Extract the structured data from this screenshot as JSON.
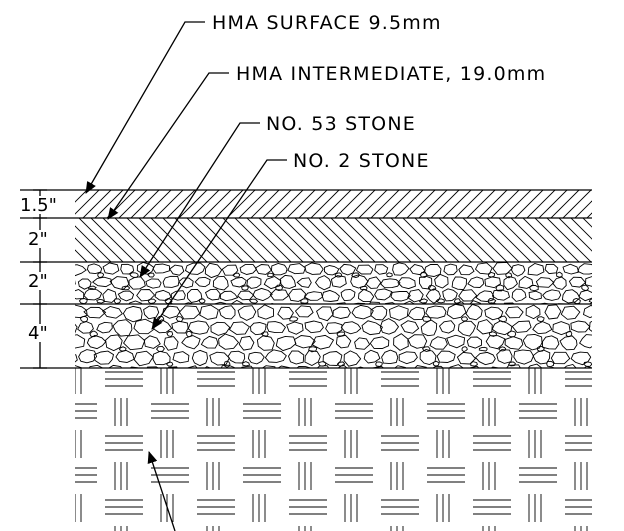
{
  "diagram": {
    "callouts": [
      {
        "id": "hma-surface",
        "label": "HMA SURFACE 9.5mm"
      },
      {
        "id": "hma-intermediate",
        "label": "HMA INTERMEDIATE, 19.0mm"
      },
      {
        "id": "no53-stone",
        "label": "NO. 53 STONE"
      },
      {
        "id": "no2-stone",
        "label": "NO. 2 STONE"
      }
    ],
    "layers": [
      {
        "id": "surface",
        "thickness": "1.5\"",
        "pattern": "diagonal-hatch-right"
      },
      {
        "id": "intermediate",
        "thickness": "2\"",
        "pattern": "diagonal-hatch-left"
      },
      {
        "id": "no53",
        "thickness": "2\"",
        "pattern": "gravel"
      },
      {
        "id": "no2",
        "thickness": "4\"",
        "pattern": "gravel"
      },
      {
        "id": "subgrade",
        "thickness": "",
        "pattern": "basket-weave"
      }
    ],
    "colors": {
      "line": "#000000",
      "background": "#ffffff"
    }
  }
}
